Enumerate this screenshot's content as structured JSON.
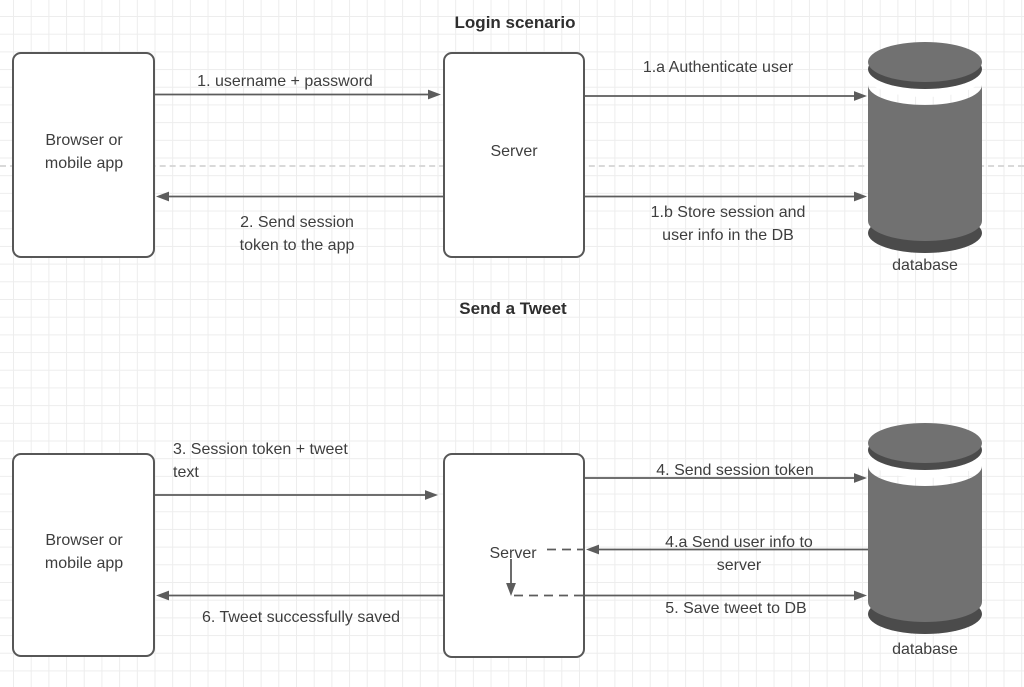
{
  "colors": {
    "background": "#ffffff",
    "grid_line": "#ededed",
    "page_divider": "#d9d9d9",
    "shape_border": "#575757",
    "arrow": "#5c5c5c",
    "text": "#3e3e3e",
    "cylinder_body": "#717171",
    "cylinder_rim": "#4b4b4b"
  },
  "login": {
    "title": "Login scenario",
    "client": "Browser or\nmobile app",
    "server": "Server",
    "database_label": "database",
    "messages": {
      "m1": "1. username + password",
      "m1a": "1.a Authenticate user",
      "m2": "2. Send session\ntoken to the app",
      "m1b": "1.b Store session and\nuser info in the DB"
    }
  },
  "tweet": {
    "title": "Send a Tweet",
    "client": "Browser or\nmobile app",
    "server": "Server",
    "database_label": "database",
    "messages": {
      "m3": "3. Session token + tweet\ntext",
      "m4": "4. Send session token",
      "m4a": "4.a Send user info to\nserver",
      "m5": "5. Save tweet to DB",
      "m6": "6. Tweet successfully saved"
    }
  }
}
